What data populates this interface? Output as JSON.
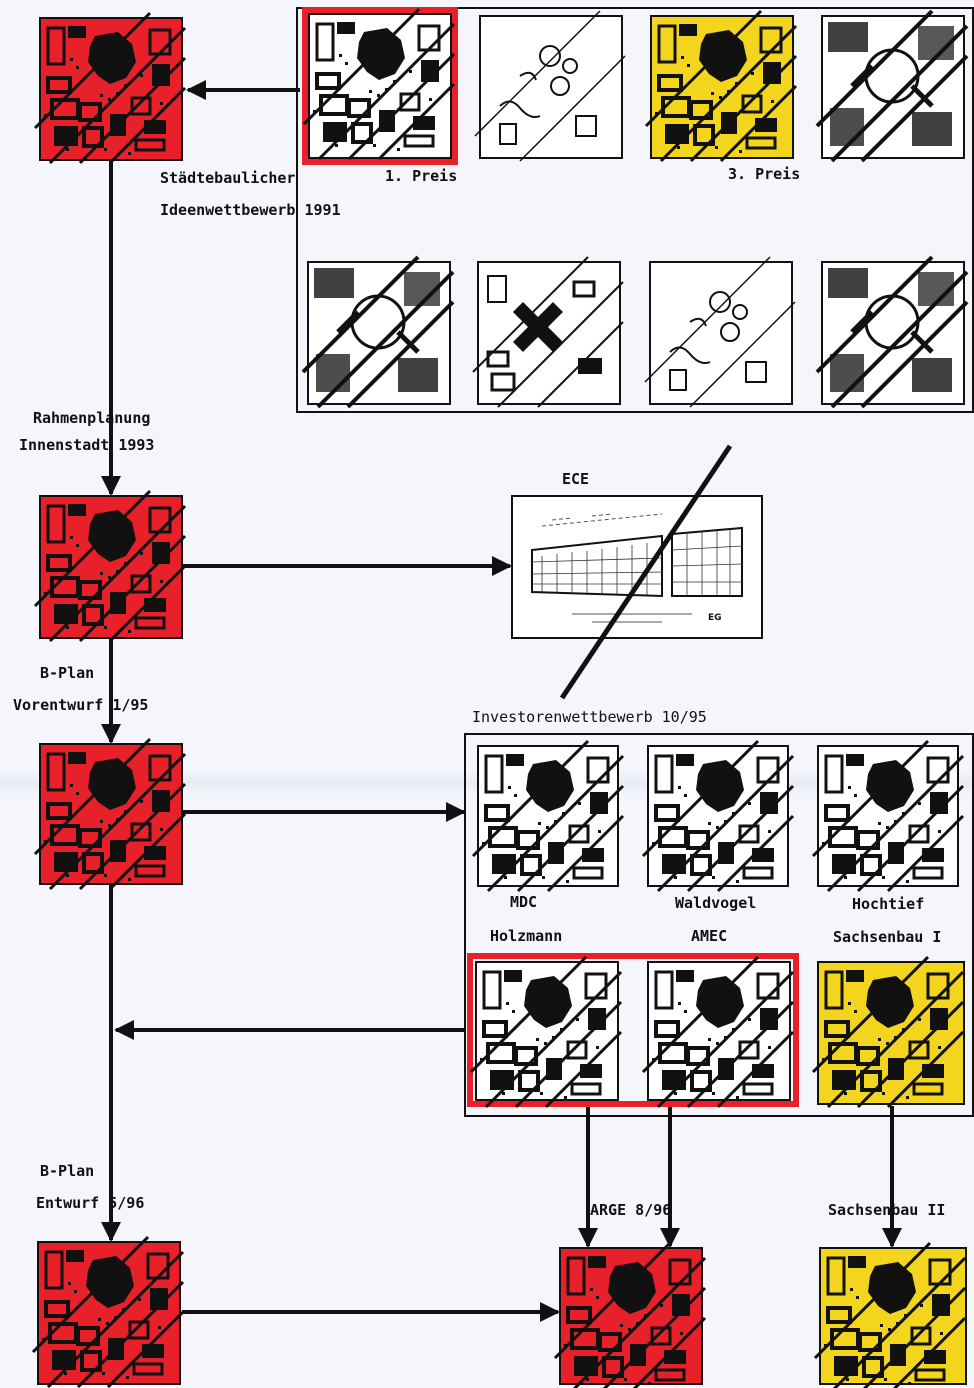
{
  "colors": {
    "red": "#e8202a",
    "yellow": "#f2d51c",
    "paper": "#f4f6fb",
    "ink": "#111111"
  },
  "labels": {
    "stage1_line1": "Städtebaulicher",
    "stage1_line2": "Ideenwettbewerb 1991",
    "prize1": "1. Preis",
    "prize3": "3. Preis",
    "stage2_line1": "Rahmenplanung",
    "stage2_line2": "Innenstadt 1993",
    "ece_title": "ECE",
    "ece_eg": "EG",
    "stage3_line1": "B-Plan",
    "stage3_line2": "Vorentwurf 1/95",
    "investor_title": "Investorenwettbewerb 10/95",
    "inv1_top": "MDC",
    "inv1_bottom": "Holzmann",
    "inv2_top": "Waldvogel",
    "inv2_bottom": "AMEC",
    "inv3_top": "Hochtief",
    "inv3_bottom": "Sachsenbau I",
    "stage4_line1": "B-Plan",
    "stage4_line2": "Entwurf 5/96",
    "arge": "ARGE 8/96",
    "sachsenbau2": "Sachsenbau II"
  }
}
